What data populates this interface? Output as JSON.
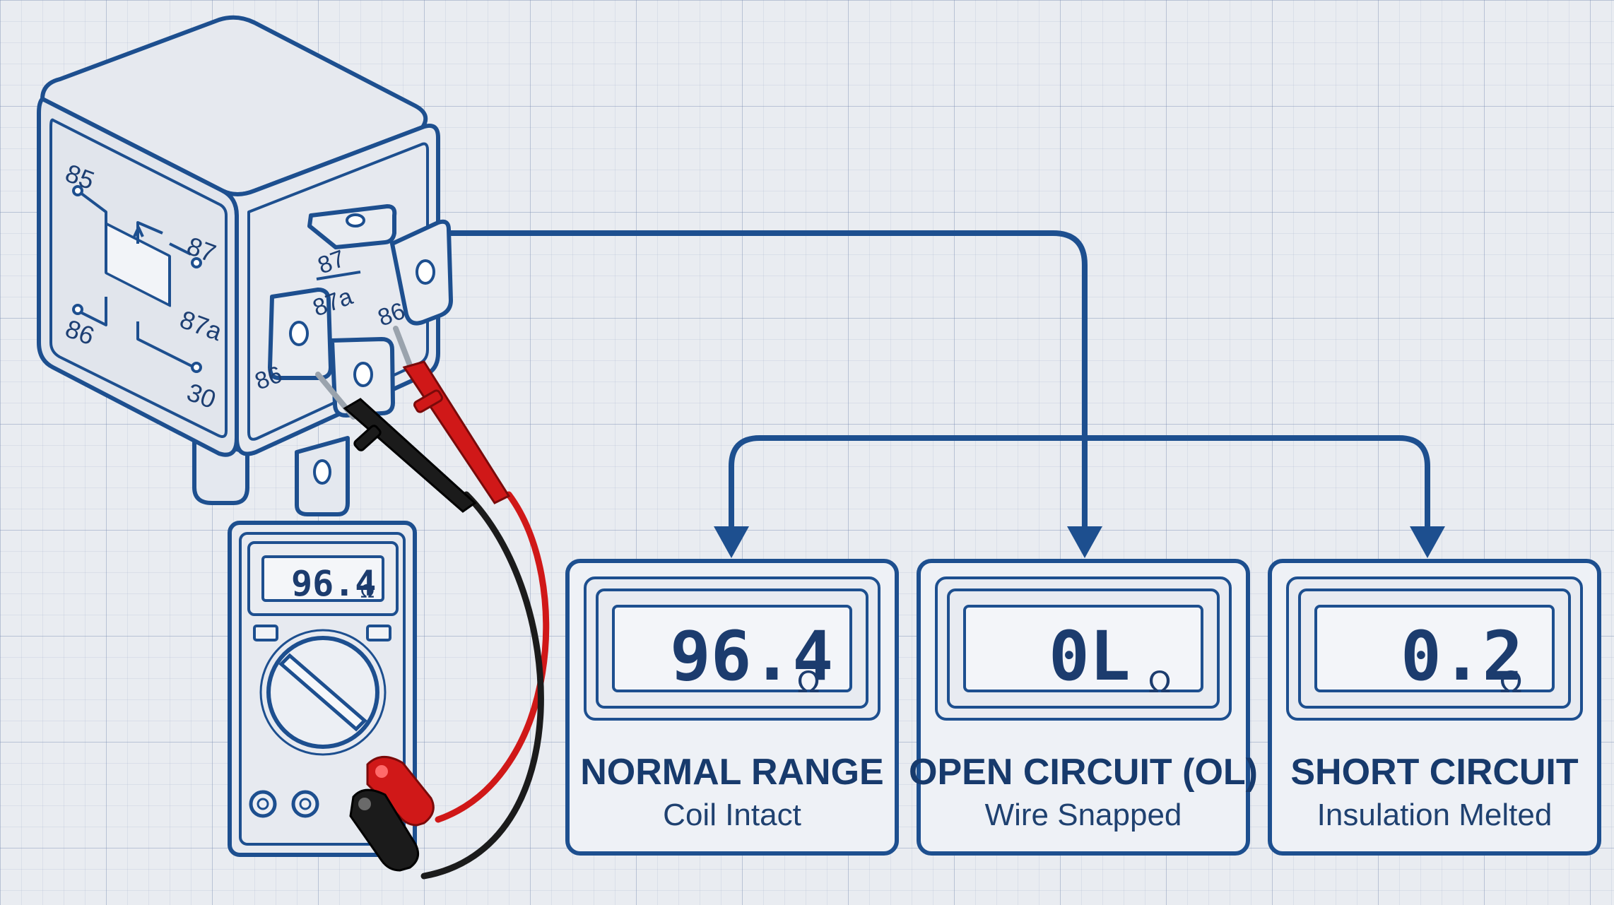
{
  "relay": {
    "body_pins": [
      "85",
      "87",
      "86",
      "87a",
      "30"
    ],
    "face_pins": [
      "87",
      "87a",
      "86",
      "86"
    ]
  },
  "multimeter": {
    "reading": "96.4",
    "unit": "Ω"
  },
  "cards": [
    {
      "reading": "96.4",
      "unit": "Ω",
      "title": "NORMAL RANGE",
      "subtitle": "Coil Intact"
    },
    {
      "reading": "0L",
      "unit": "Ω",
      "title": "OPEN CIRCUIT (OL)",
      "subtitle": "Wire Snapped"
    },
    {
      "reading": "0.2",
      "unit": "Ω",
      "title": "SHORT CIRCUIT",
      "subtitle": "Insulation Melted"
    }
  ],
  "colors": {
    "line": "#1d4f8f",
    "probe_red": "#d01818",
    "probe_black": "#1b1b1b",
    "card_fill": "#eef1f6"
  }
}
